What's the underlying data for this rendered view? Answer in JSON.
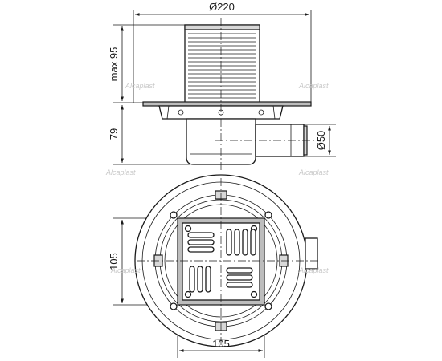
{
  "dimensions": {
    "top_width": "Ø220",
    "height_top": "max 95",
    "height_body": "79",
    "outlet_diameter": "Ø50",
    "plan_height": "105",
    "plan_width": "105"
  },
  "watermarks": {
    "text": "Alcaplast"
  }
}
